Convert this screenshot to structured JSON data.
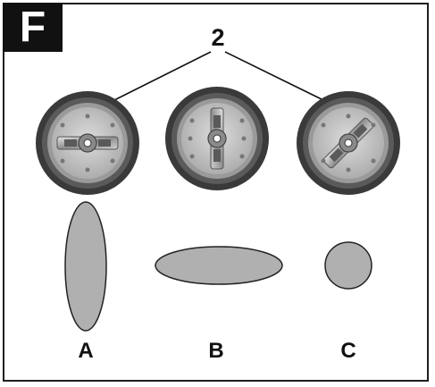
{
  "figure": {
    "panel_letter": "F",
    "callout_number": "2",
    "pattern_labels": [
      "A",
      "B",
      "C"
    ]
  },
  "colors": {
    "frame": "#1f1f1f",
    "ink": "#111111",
    "tire": "#3a3a3a",
    "rim": "#9a9a9a",
    "disc": "#c4c4c4",
    "pattern_fill": "#b0b0b0"
  }
}
